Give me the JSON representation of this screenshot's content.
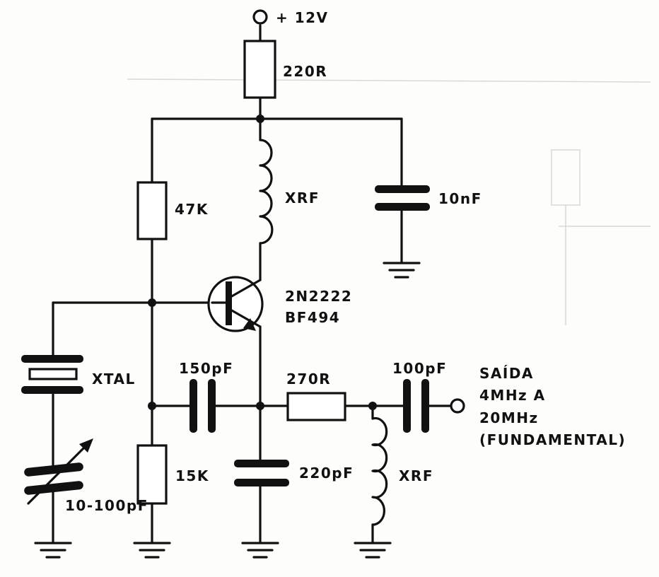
{
  "supply": {
    "label": "+ 12V"
  },
  "components": {
    "r_collector": "220R",
    "r_bias_top": "47K",
    "r_bias_bottom": "15K",
    "choke_collector": "XRF",
    "c_bypass": "10nF",
    "transistor_line1": "2N2222",
    "transistor_line2": "BF494",
    "crystal": "XTAL",
    "c_trimmer": "10-100pF",
    "c_feedback": "150pF",
    "c_emitter": "220pF",
    "r_output": "270R",
    "c_output": "100pF",
    "choke_output": "XRF"
  },
  "output": {
    "line1": "SAÍDA",
    "line2": "4MHz A",
    "line3": "20MHz",
    "line4": "(FUNDAMENTAL)"
  },
  "colors": {
    "ink": "#111111",
    "paper": "#fdfdfb"
  }
}
